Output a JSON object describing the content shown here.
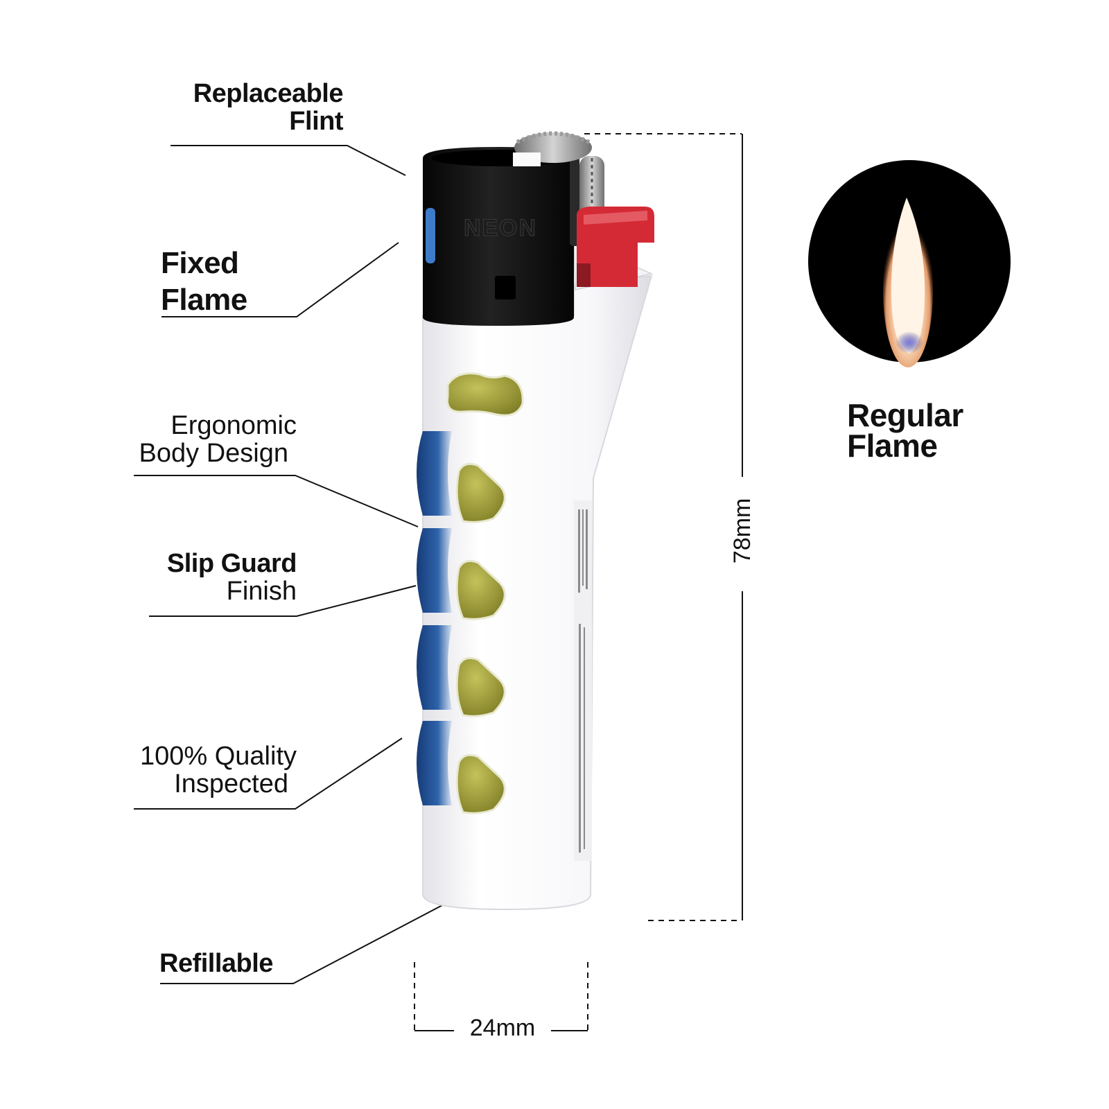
{
  "callouts": {
    "replaceable_flint": {
      "line1": "Replaceable",
      "line2": "Flint"
    },
    "fixed_flame": {
      "line1": "Fixed",
      "line2": "Flame"
    },
    "ergonomic": {
      "line1": "Ergonomic",
      "line2": "Body Design"
    },
    "slip_guard": {
      "line1": "Slip Guard",
      "line2": "Finish"
    },
    "quality": {
      "line1": "100% Quality",
      "line2": "Inspected"
    },
    "refillable": {
      "line1": "Refillable"
    }
  },
  "dimensions": {
    "height": "78mm",
    "width": "24mm"
  },
  "flame_badge": {
    "line1": "Regular",
    "line2": "Flame"
  },
  "product": {
    "brand_mark": "NEON"
  },
  "colors": {
    "body": "#f4f4f6",
    "cap": "#111111",
    "button": "#d42a36",
    "grip_gold": "#9c9a36",
    "grip_blue": "#1f4e93"
  }
}
